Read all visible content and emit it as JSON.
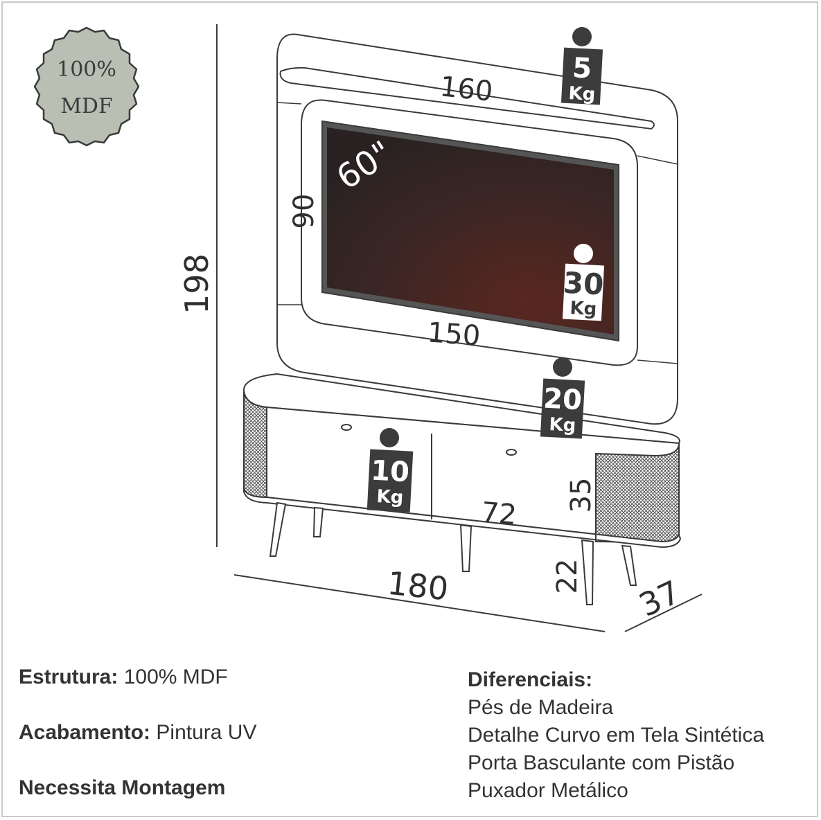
{
  "seal": {
    "line1": "100%",
    "line2": "MDF"
  },
  "dimensions": {
    "total_height": "198",
    "panel_width": "160",
    "tv_height": "90",
    "tv_width": "150",
    "screen_size": "60\"",
    "rack_width": "180",
    "rack_depth": "37",
    "door_width": "72",
    "rack_height": "35",
    "leg_height": "22"
  },
  "weights": [
    {
      "value": "5",
      "unit": "Kg"
    },
    {
      "value": "30",
      "unit": "Kg"
    },
    {
      "value": "20",
      "unit": "Kg"
    },
    {
      "value": "10",
      "unit": "Kg"
    }
  ],
  "specs_left": {
    "estrutura_label": "Estrutura:",
    "estrutura_value": "100% MDF",
    "acabamento_label": "Acabamento:",
    "acabamento_value": "Pintura UV",
    "montagem": "Necessita Montagem"
  },
  "specs_right": {
    "title": "Diferenciais:",
    "items": [
      "Pés de Madeira",
      "Detalhe Curvo em Tela Sintética",
      "Porta Basculante com Pistão",
      "Puxador Metálico"
    ]
  },
  "colors": {
    "seal_fill": "#b9bfb3",
    "tag_dark": "#3c3c3c",
    "screen_dark": "#2c2220",
    "screen_glow": "#5a2620",
    "line": "#3a3a3a"
  }
}
